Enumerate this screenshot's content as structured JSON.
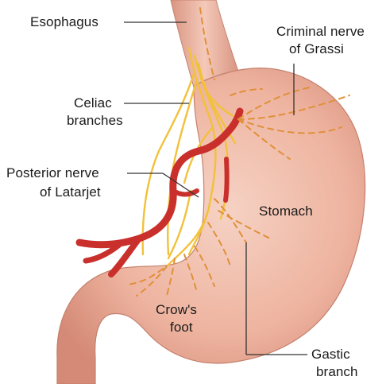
{
  "labels": {
    "esophagus": "Esophagus",
    "criminal_nerve": [
      "Criminal nerve",
      "of Grassi"
    ],
    "celiac_branches": [
      "Celiac",
      "branches"
    ],
    "posterior_nerve": [
      "Posterior nerve",
      "of Latarjet"
    ],
    "stomach": "Stomach",
    "crows_foot": [
      "Crow's",
      "foot"
    ],
    "gastric_branch": [
      "Gastic",
      "branch"
    ]
  },
  "colors": {
    "stomach_fill": "#f0b9a6",
    "stomach_shade": "#d98f7c",
    "artery": "#c9302c",
    "nerve": "#f2c13a",
    "dashed_nerve": "#e0903a",
    "leader": "#333333"
  }
}
